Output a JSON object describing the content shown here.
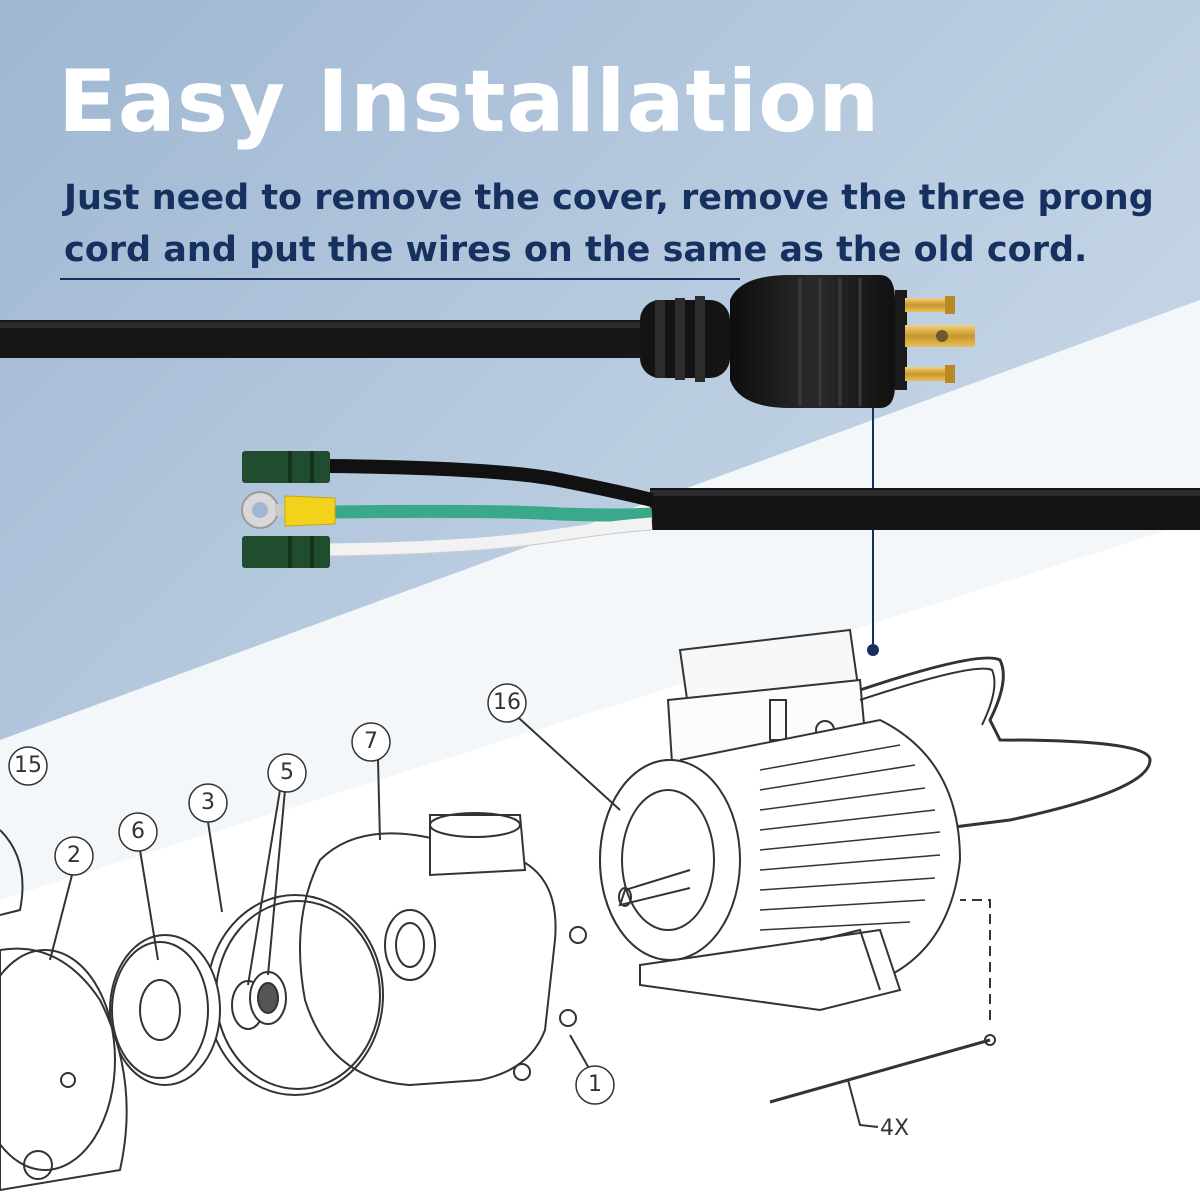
{
  "header": {
    "title": "Easy Installation",
    "subtitle": "Just need to remove the cover, remove the three prong cord and put the wires on the same as the old cord."
  },
  "part_labels": [
    "15",
    "2",
    "6",
    "3",
    "5",
    "7",
    "16",
    "1"
  ],
  "quantity_label": "4X",
  "colors": {
    "accent_blue": "#16305f",
    "bg_blue": "#b7cbe0",
    "cord_black": "#1a1a1a",
    "prong_gold": "#d8a83a",
    "ground_wire_green": "#3aa88a",
    "terminal_green": "#1f4d2e",
    "ring_terminal_yellow": "#f2d21a"
  }
}
